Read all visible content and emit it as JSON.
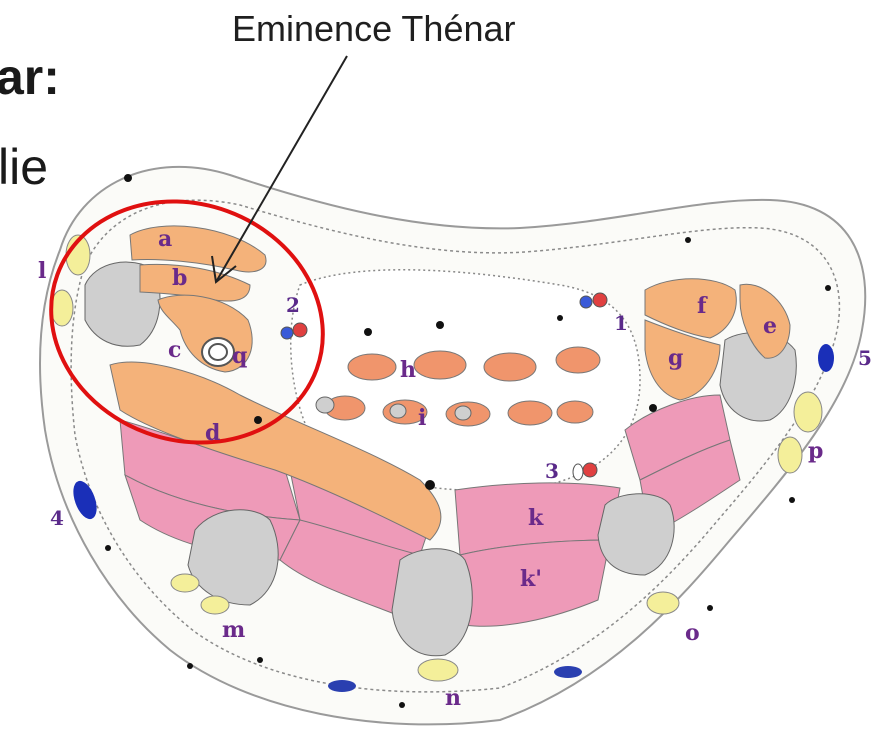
{
  "slide": {
    "heading_fragment": "ar:",
    "bullet_fragment": "lie"
  },
  "callout": {
    "label": "Eminence Thénar"
  },
  "diagram": {
    "letters": {
      "a": "a",
      "b": "b",
      "c": "c",
      "d": "d",
      "e": "e",
      "f": "f",
      "g": "g",
      "h": "h",
      "i": "i",
      "k": "k",
      "k_prime": "k'",
      "m": "m",
      "n": "n",
      "o": "o",
      "p": "p",
      "q": "q",
      "l": "l"
    },
    "numbers": {
      "n1": "1",
      "n2": "2",
      "n3": "3",
      "n4": "4",
      "n5": "5"
    },
    "colors": {
      "muscle_orange": "#f4b27a",
      "muscle_pink": "#ee9ab8",
      "bone_gray": "#cfcfcf",
      "fat_yellow": "#f4ef9a",
      "vein_blue": "#1a2fb8",
      "highlight_red": "#e01010",
      "tendon_salmon": "#f0956c"
    }
  }
}
